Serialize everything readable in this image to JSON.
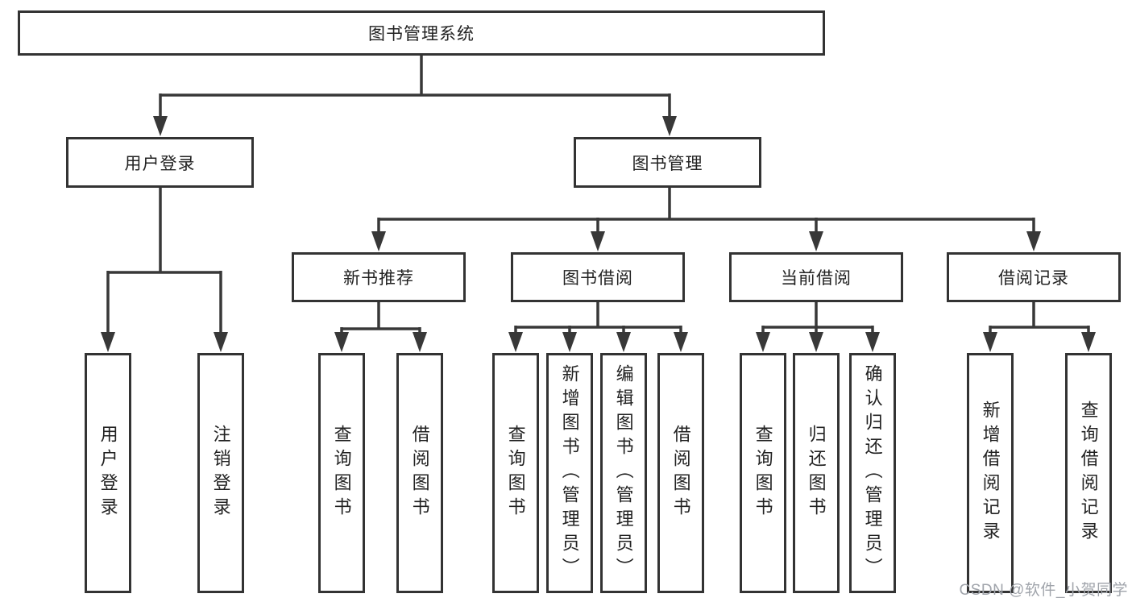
{
  "diagram": {
    "title": "图书管理系统",
    "level2": [
      {
        "id": "user-login",
        "label": "用户登录"
      },
      {
        "id": "book-management",
        "label": "图书管理"
      }
    ],
    "level3": [
      {
        "id": "new-book-recommend",
        "label": "新书推荐",
        "parent": "图书管理"
      },
      {
        "id": "book-borrow",
        "label": "图书借阅",
        "parent": "图书管理"
      },
      {
        "id": "current-borrow",
        "label": "当前借阅",
        "parent": "图书管理"
      },
      {
        "id": "borrow-record",
        "label": "借阅记录",
        "parent": "图书管理"
      }
    ],
    "leaves": [
      {
        "id": "user-login-leaf",
        "label": "用户登录",
        "parent": "用户登录"
      },
      {
        "id": "logout",
        "label": "注销登录",
        "parent": "用户登录"
      },
      {
        "id": "query-book-recommend",
        "label": "查询图书",
        "parent": "新书推荐"
      },
      {
        "id": "borrow-book-recommend",
        "label": "借阅图书",
        "parent": "新书推荐"
      },
      {
        "id": "query-book-borrow",
        "label": "查询图书",
        "parent": "图书借阅"
      },
      {
        "id": "add-book-admin",
        "label": "新增图书（管理员）",
        "parent": "图书借阅"
      },
      {
        "id": "edit-book-admin",
        "label": "编辑图书（管理员）",
        "parent": "图书借阅"
      },
      {
        "id": "borrow-book",
        "label": "借阅图书",
        "parent": "图书借阅"
      },
      {
        "id": "query-book-current",
        "label": "查询图书",
        "parent": "当前借阅"
      },
      {
        "id": "return-book",
        "label": "归还图书",
        "parent": "当前借阅"
      },
      {
        "id": "confirm-return-admin",
        "label": "确认归还（管理员）",
        "parent": "当前借阅"
      },
      {
        "id": "add-borrow-record",
        "label": "新增借阅记录",
        "parent": "借阅记录"
      },
      {
        "id": "query-borrow-record",
        "label": "查询借阅记录",
        "parent": "借阅记录"
      }
    ]
  },
  "watermark": {
    "text": "CSDN @软件_小贺同学"
  },
  "colors": {
    "line": "#383838",
    "box_border": "#333333",
    "text": "#222222",
    "watermark": "#a0a4ab",
    "background": "#ffffff"
  }
}
